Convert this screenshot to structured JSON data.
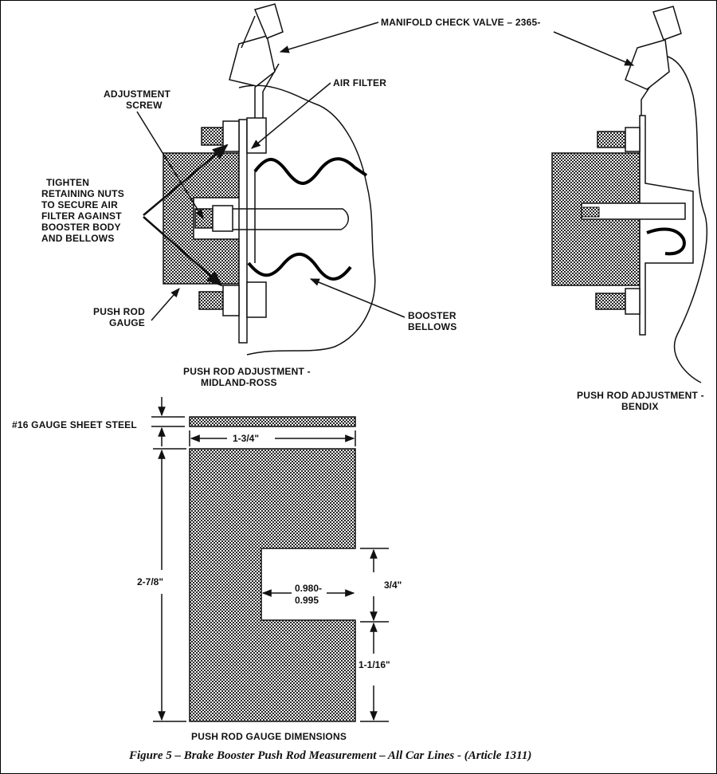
{
  "labels": {
    "manifold_check_valve": "MANIFOLD CHECK VALVE – 2365-",
    "air_filter": "AIR FILTER",
    "adjustment_screw_1": "ADJUSTMENT",
    "adjustment_screw_2": "SCREW",
    "tighten_1": "TIGHTEN",
    "tighten_2": "RETAINING NUTS",
    "tighten_3": "TO SECURE AIR",
    "tighten_4": "FILTER AGAINST",
    "tighten_5": "BOOSTER BODY",
    "tighten_6": "AND BELLOWS",
    "push_rod_gauge_1": "PUSH ROD",
    "push_rod_gauge_2": "GAUGE",
    "booster_bellows_1": "BOOSTER",
    "booster_bellows_2": "BELLOWS",
    "midland_title_1": "PUSH ROD ADJUSTMENT -",
    "midland_title_2": "MIDLAND-ROSS",
    "bendix_title_1": "PUSH ROD ADJUSTMENT -",
    "bendix_title_2": "BENDIX",
    "sheet_steel": "#16 GAUGE SHEET STEEL",
    "gauge_dimensions": "PUSH ROD GAUGE DIMENSIONS"
  },
  "dimensions": {
    "width": "1-3/4\"",
    "height": "2-7/8\"",
    "slot_width_1": "0.980-",
    "slot_width_2": "0.995",
    "slot_height": "3/4\"",
    "lower_height": "1-1/16\""
  },
  "caption": "Figure 5 – Brake Booster Push Rod Measurement – All Car Lines - (Article 1311)"
}
